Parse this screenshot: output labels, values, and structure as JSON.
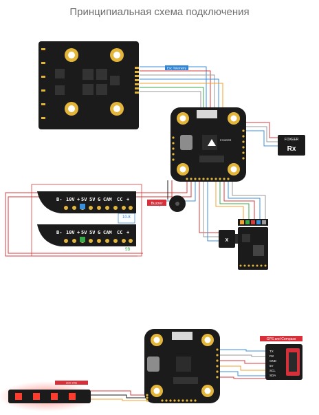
{
  "title": "Принципиальная схема подключения",
  "labels": {
    "esc_telemetry": "Esc Telemetry",
    "buzzer": "Buzzer",
    "gps_compass": "GPS and Compass",
    "foxeer": "FOXEER",
    "rx": "Rx",
    "camera_mark": "X",
    "fc_brand": "FOXEER",
    "ledstrip_label": "LED strip"
  },
  "vtx_boards": [
    {
      "pads": [
        "B-",
        "10V",
        "+",
        "5V",
        "5V",
        "G",
        "CAM",
        "CC",
        "+"
      ],
      "version": "10.8"
    },
    {
      "pads": [
        "B-",
        "10V",
        "+",
        "5V",
        "5V",
        "G",
        "CAM",
        "CC",
        "+"
      ],
      "version": "5B"
    }
  ],
  "gps_pins": [
    "TX",
    "RX",
    "GND",
    "5V",
    "SCL",
    "SDA"
  ],
  "colors": {
    "board": "#1b1b1b",
    "gold": "#e3b63b",
    "wire_blue": "#3b8fd9",
    "wire_red": "#d93a3a",
    "wire_orange": "#f0a030",
    "wire_green": "#3aa84a",
    "wire_gray": "#9a9a9a",
    "label_red": "#d6303a",
    "label_blue": "#2f86d6",
    "led_red": "#ff3b2e"
  },
  "icons": [
    "fc-board",
    "esc-board",
    "receiver",
    "buzzer",
    "camera",
    "vtx-board",
    "gps-module",
    "led-strip"
  ]
}
